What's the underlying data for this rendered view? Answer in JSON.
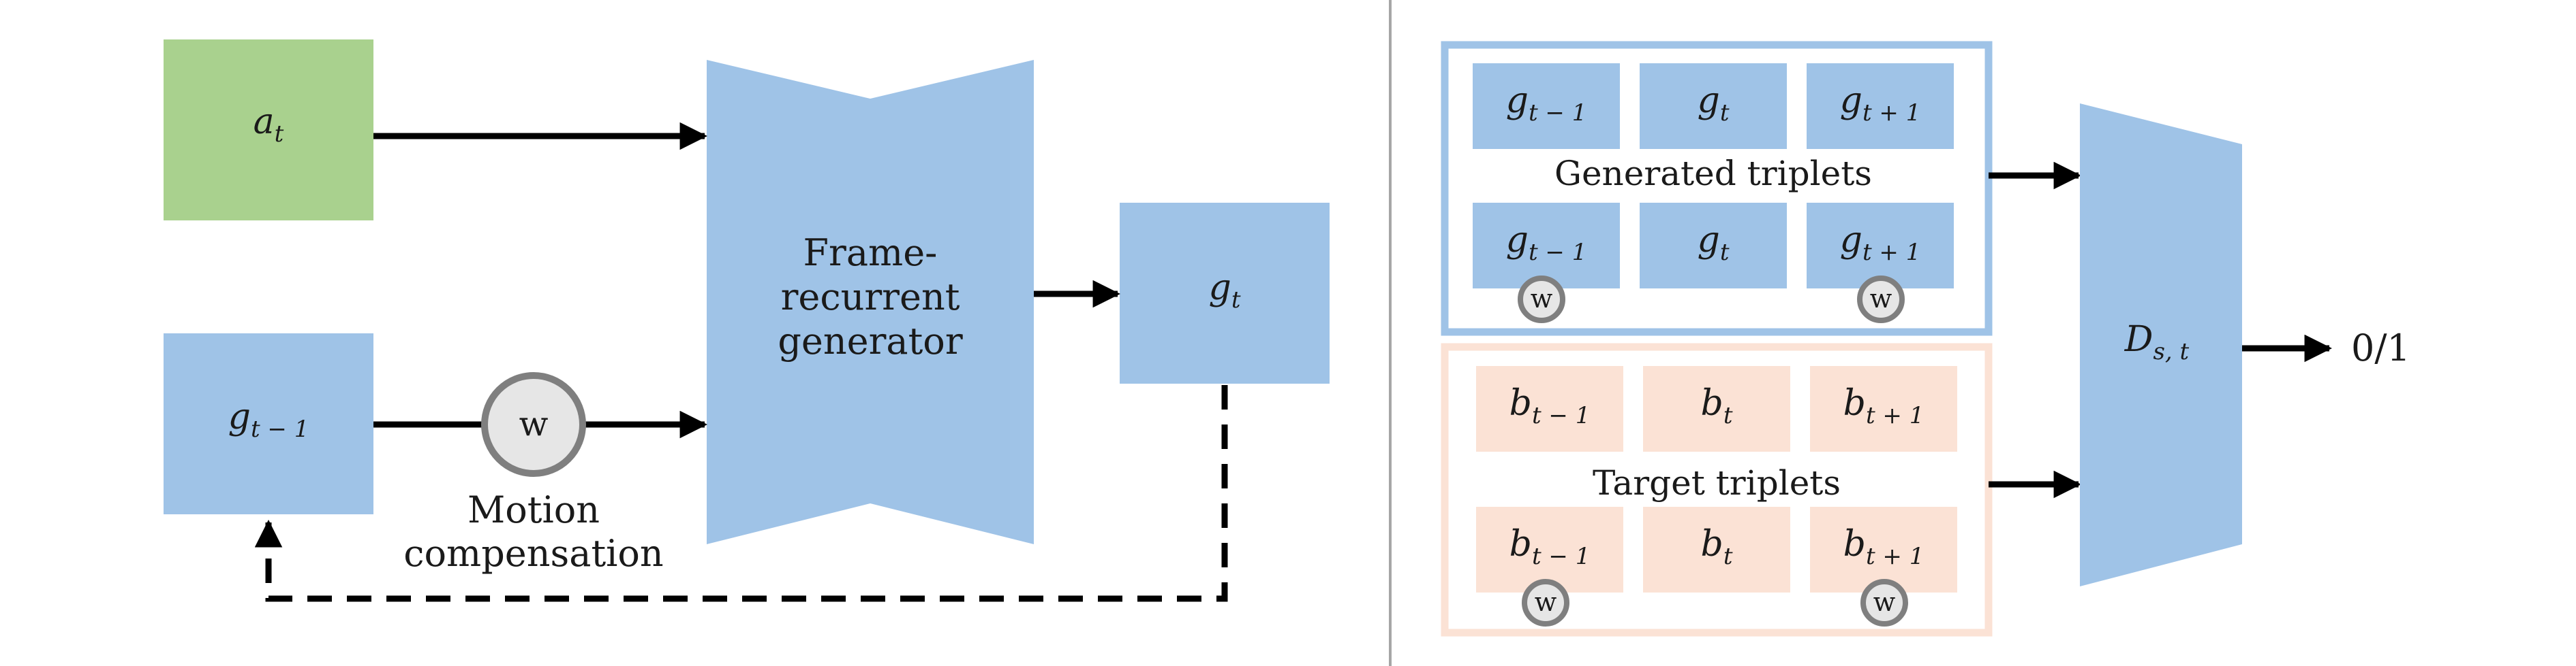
{
  "colors": {
    "blue": "#9fc3e7",
    "green": "#a9d18e",
    "peach": "#fbe2d5",
    "blue_border": "#9fc3e7",
    "peach_border": "#fbe2d5",
    "warp_fill": "#e6e6e6",
    "warp_stroke": "#7f7f7f",
    "divider": "#a6a6a6",
    "arrow": "#000000"
  },
  "left": {
    "action": {
      "base": "a",
      "sub": "t"
    },
    "prev_frame": {
      "base": "g",
      "sub": "t − 1"
    },
    "warp_symbol": "w",
    "motion_label": [
      "Motion",
      "compensation"
    ],
    "generator_label": [
      "Frame-",
      "recurrent",
      "generator"
    ],
    "output_frame": {
      "base": "g",
      "sub": "t"
    }
  },
  "right": {
    "generated": {
      "label": "Generated triplets",
      "row1": [
        {
          "base": "g",
          "sub": "t − 1"
        },
        {
          "base": "g",
          "sub": "t"
        },
        {
          "base": "g",
          "sub": "t + 1"
        }
      ],
      "row2": [
        {
          "base": "g",
          "sub": "t − 1"
        },
        {
          "base": "g",
          "sub": "t"
        },
        {
          "base": "g",
          "sub": "t + 1"
        }
      ],
      "warp_symbol": "w"
    },
    "target": {
      "label": "Target triplets",
      "row1": [
        {
          "base": "b",
          "sub": "t − 1"
        },
        {
          "base": "b",
          "sub": "t"
        },
        {
          "base": "b",
          "sub": "t + 1"
        }
      ],
      "row2": [
        {
          "base": "b",
          "sub": "t − 1"
        },
        {
          "base": "b",
          "sub": "t"
        },
        {
          "base": "b",
          "sub": "t + 1"
        }
      ],
      "warp_symbol": "w"
    },
    "discriminator": {
      "base": "D",
      "sub": "s, t"
    },
    "output_label": "0/1"
  }
}
